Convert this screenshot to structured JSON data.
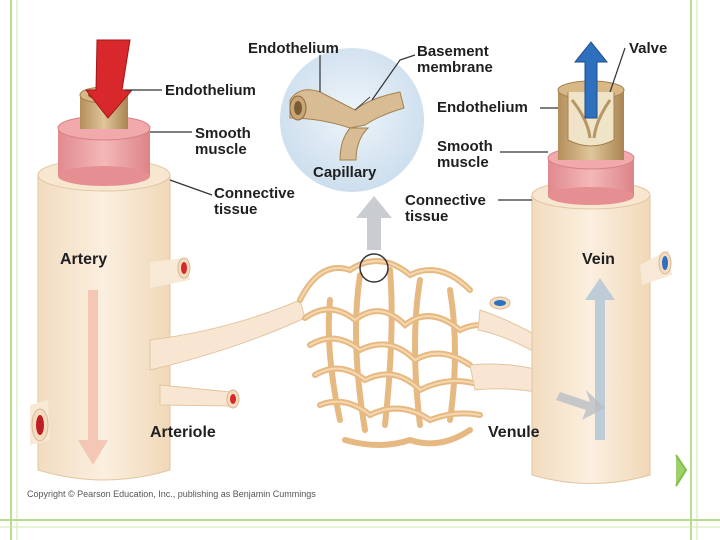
{
  "labels": {
    "endothelium_top": "Endothelium",
    "basement_membrane": "Basement\nmembrane",
    "valve": "Valve",
    "endothelium_artery": "Endothelium",
    "endothelium_vein": "Endothelium",
    "smooth_muscle_artery": "Smooth\nmuscle",
    "smooth_muscle_vein": "Smooth\nmuscle",
    "capillary": "Capillary",
    "connective_artery": "Connective\ntissue",
    "connective_vein": "Connective\ntissue",
    "artery": "Artery",
    "vein": "Vein",
    "arteriole": "Arteriole",
    "venule": "Venule"
  },
  "copyright": "Copyright © Pearson Education, Inc., publishing as Benjamin Cummings",
  "colors": {
    "frame_green": "#b6dc8c",
    "tissue": "#f6e6cf",
    "muscle": "#ec9fa2",
    "endothelium": "#c9a774",
    "blood_in": "#d8282b",
    "blood_out": "#2e6fbe",
    "zoom_circle": "#d6e6f2"
  }
}
